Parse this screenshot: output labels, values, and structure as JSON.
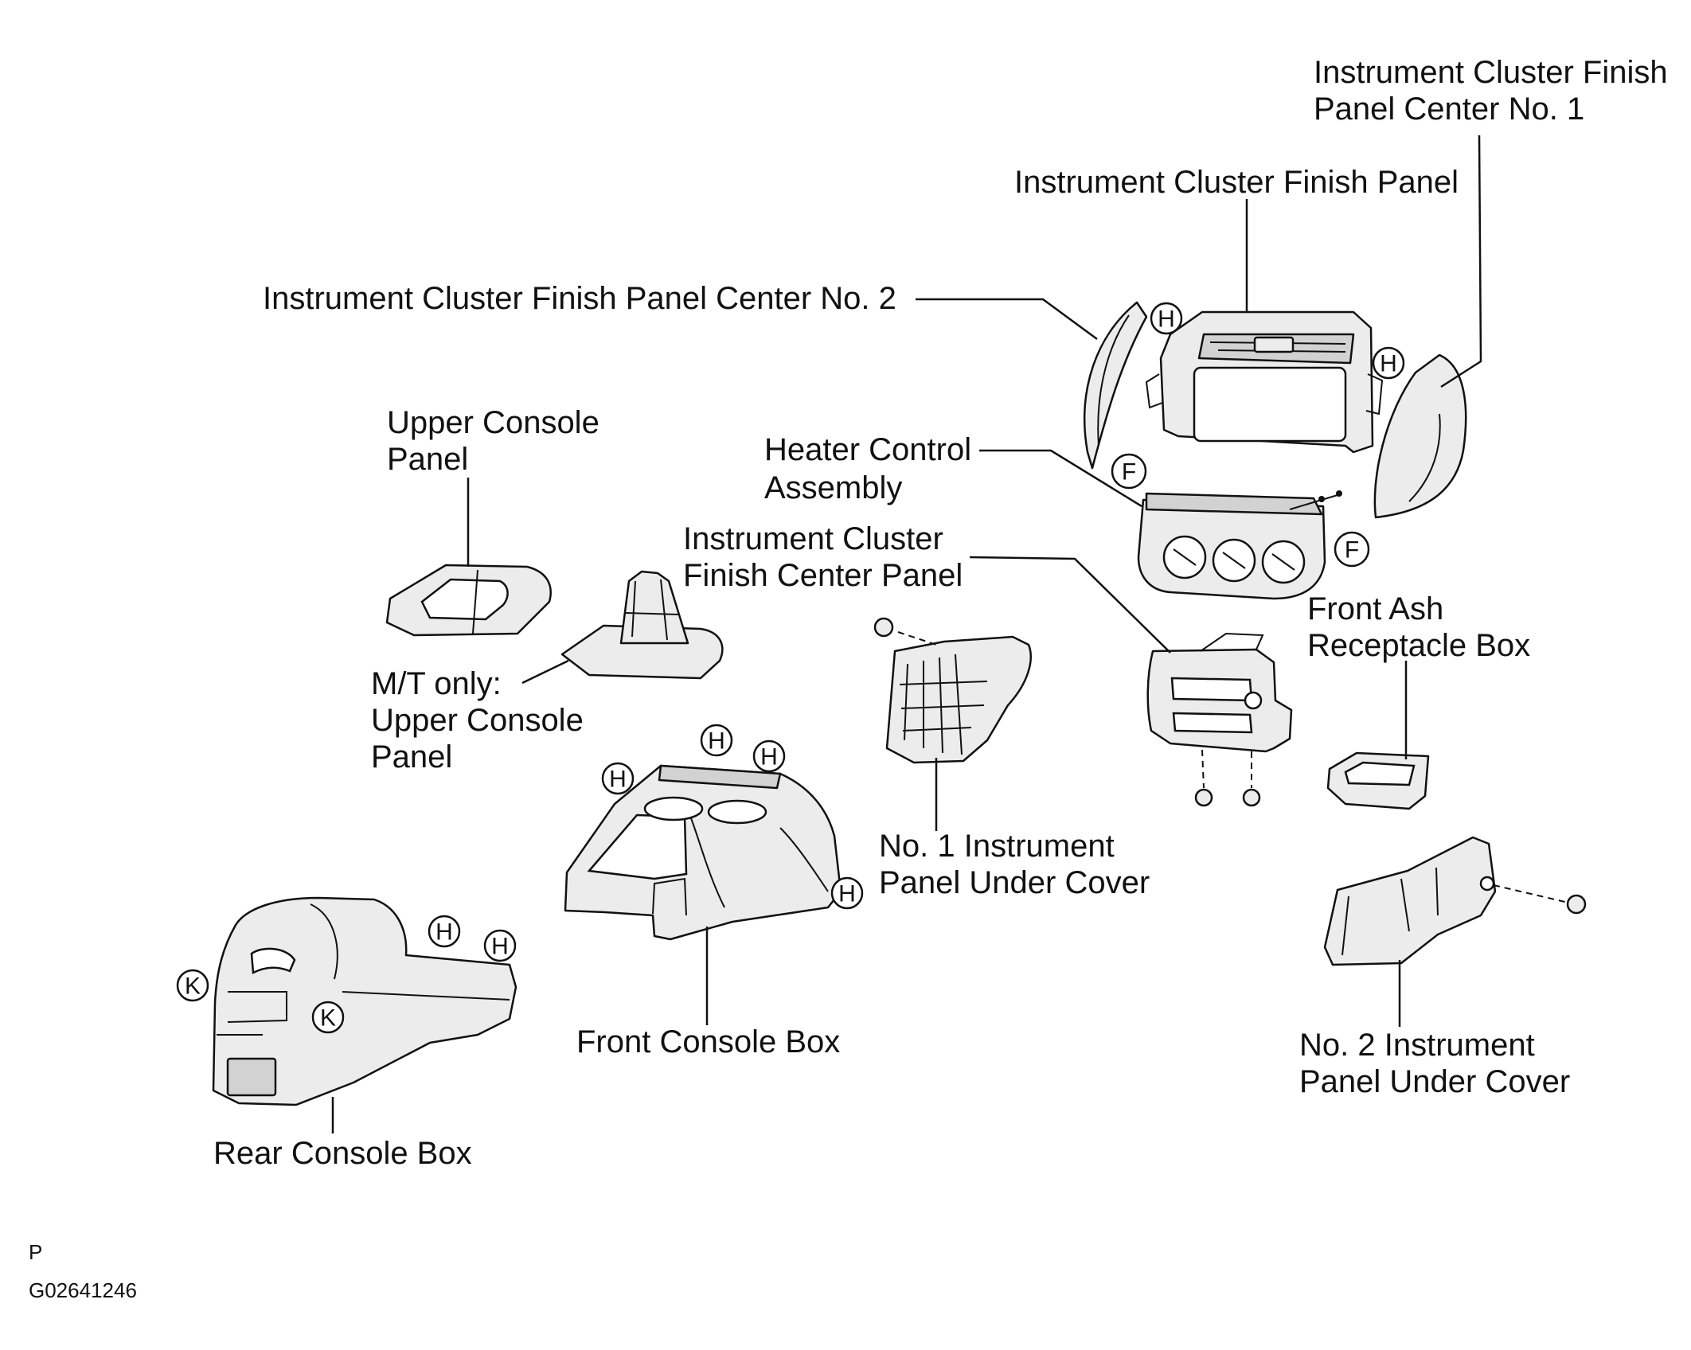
{
  "labels": {
    "icfp_center_no1_line1": "Instrument Cluster Finish",
    "icfp_center_no1_line2": "Panel Center No. 1",
    "icfp": "Instrument Cluster Finish Panel",
    "icfp_center_no2": "Instrument Cluster Finish Panel Center No. 2",
    "upper_console_line1": "Upper Console",
    "upper_console_line2": "Panel",
    "heater_line1": "Heater Control",
    "heater_line2": "Assembly",
    "icf_center_line1": "Instrument  Cluster",
    "icf_center_line2": "Finish Center Panel",
    "front_ash_line1": "Front Ash",
    "front_ash_line2": "Receptacle Box",
    "mt_line1": "M/T only:",
    "mt_line2": "Upper Console",
    "mt_line3": "Panel",
    "no1_under_line1": "No. 1 Instrument",
    "no1_under_line2": "Panel Under Cover",
    "front_console": "Front Console Box",
    "no2_under_line1": "No. 2 Instrument",
    "no2_under_line2": "Panel Under Cover",
    "rear_console": "Rear Console Box",
    "corner_mark": "P",
    "figure_id": "G02641246"
  },
  "markers": {
    "h": "H",
    "f": "F",
    "k": "K"
  }
}
